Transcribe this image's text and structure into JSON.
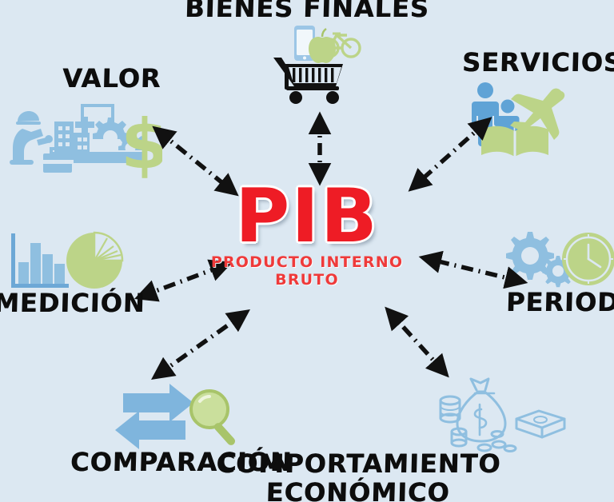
{
  "diagram": {
    "title": "PIB - Producto Interno Bruto",
    "background_color": "#dce8f2",
    "center": {
      "acronym": "PIB",
      "expansion_line1": "PRODUCTO INTERNO",
      "expansion_line2": "BRUTO",
      "acronym_color": "#ee1c25",
      "expansion_color": "#ef3a3a"
    },
    "palette": {
      "background": "#dce8f2",
      "icon_blue": "#9cc6e6",
      "icon_blue_dark": "#6da8d6",
      "icon_green": "#bcd488",
      "icon_green_dark": "#a8c46a",
      "label_black": "#0d0d0d",
      "accent_red": "#ee1c25",
      "cart_black": "#111111"
    },
    "connector": {
      "style": "dash-dot",
      "heads": "double",
      "color": "#111111"
    },
    "nodes": [
      {
        "id": "bienes-finales",
        "label": "BIENES FINALES",
        "position": "top",
        "icon_name": "shopping-cart-goods-icon",
        "icon_items": [
          "smartphone",
          "apple",
          "bicycle",
          "shopping-cart"
        ]
      },
      {
        "id": "valor",
        "label": "VALOR",
        "position": "top-left",
        "icon_name": "production-value-icon",
        "icon_items": [
          "worker",
          "factory-building",
          "gears",
          "toolbox",
          "dollar-sign"
        ]
      },
      {
        "id": "servicios",
        "label": "SERVICIOS",
        "position": "top-right",
        "icon_name": "services-icon",
        "icon_items": [
          "people",
          "airplane",
          "open-book"
        ]
      },
      {
        "id": "medicion",
        "label": "MEDICIÓN",
        "position": "left",
        "icon_name": "measurement-charts-icon",
        "icon_items": [
          "bar-chart",
          "pie-chart"
        ]
      },
      {
        "id": "periodo",
        "label": "PERIODO",
        "position": "right",
        "icon_name": "period-time-icon",
        "icon_items": [
          "gear-large",
          "gear-small",
          "clock"
        ]
      },
      {
        "id": "comparacion",
        "label": "COMPARACIÓN",
        "position": "bottom-left",
        "icon_name": "comparison-arrows-icon",
        "icon_items": [
          "arrow-right",
          "arrow-left",
          "magnifying-glass"
        ]
      },
      {
        "id": "comportamiento-economico",
        "label": "COMPORTAMIENTO\nECONÓMICO",
        "label_line1": "COMPORTAMIENTO",
        "label_line2": "ECONÓMICO",
        "position": "bottom-right",
        "icon_name": "economic-behavior-money-icon",
        "icon_items": [
          "money-bag",
          "coin-stacks",
          "banknotes",
          "loose-coins"
        ]
      }
    ]
  }
}
